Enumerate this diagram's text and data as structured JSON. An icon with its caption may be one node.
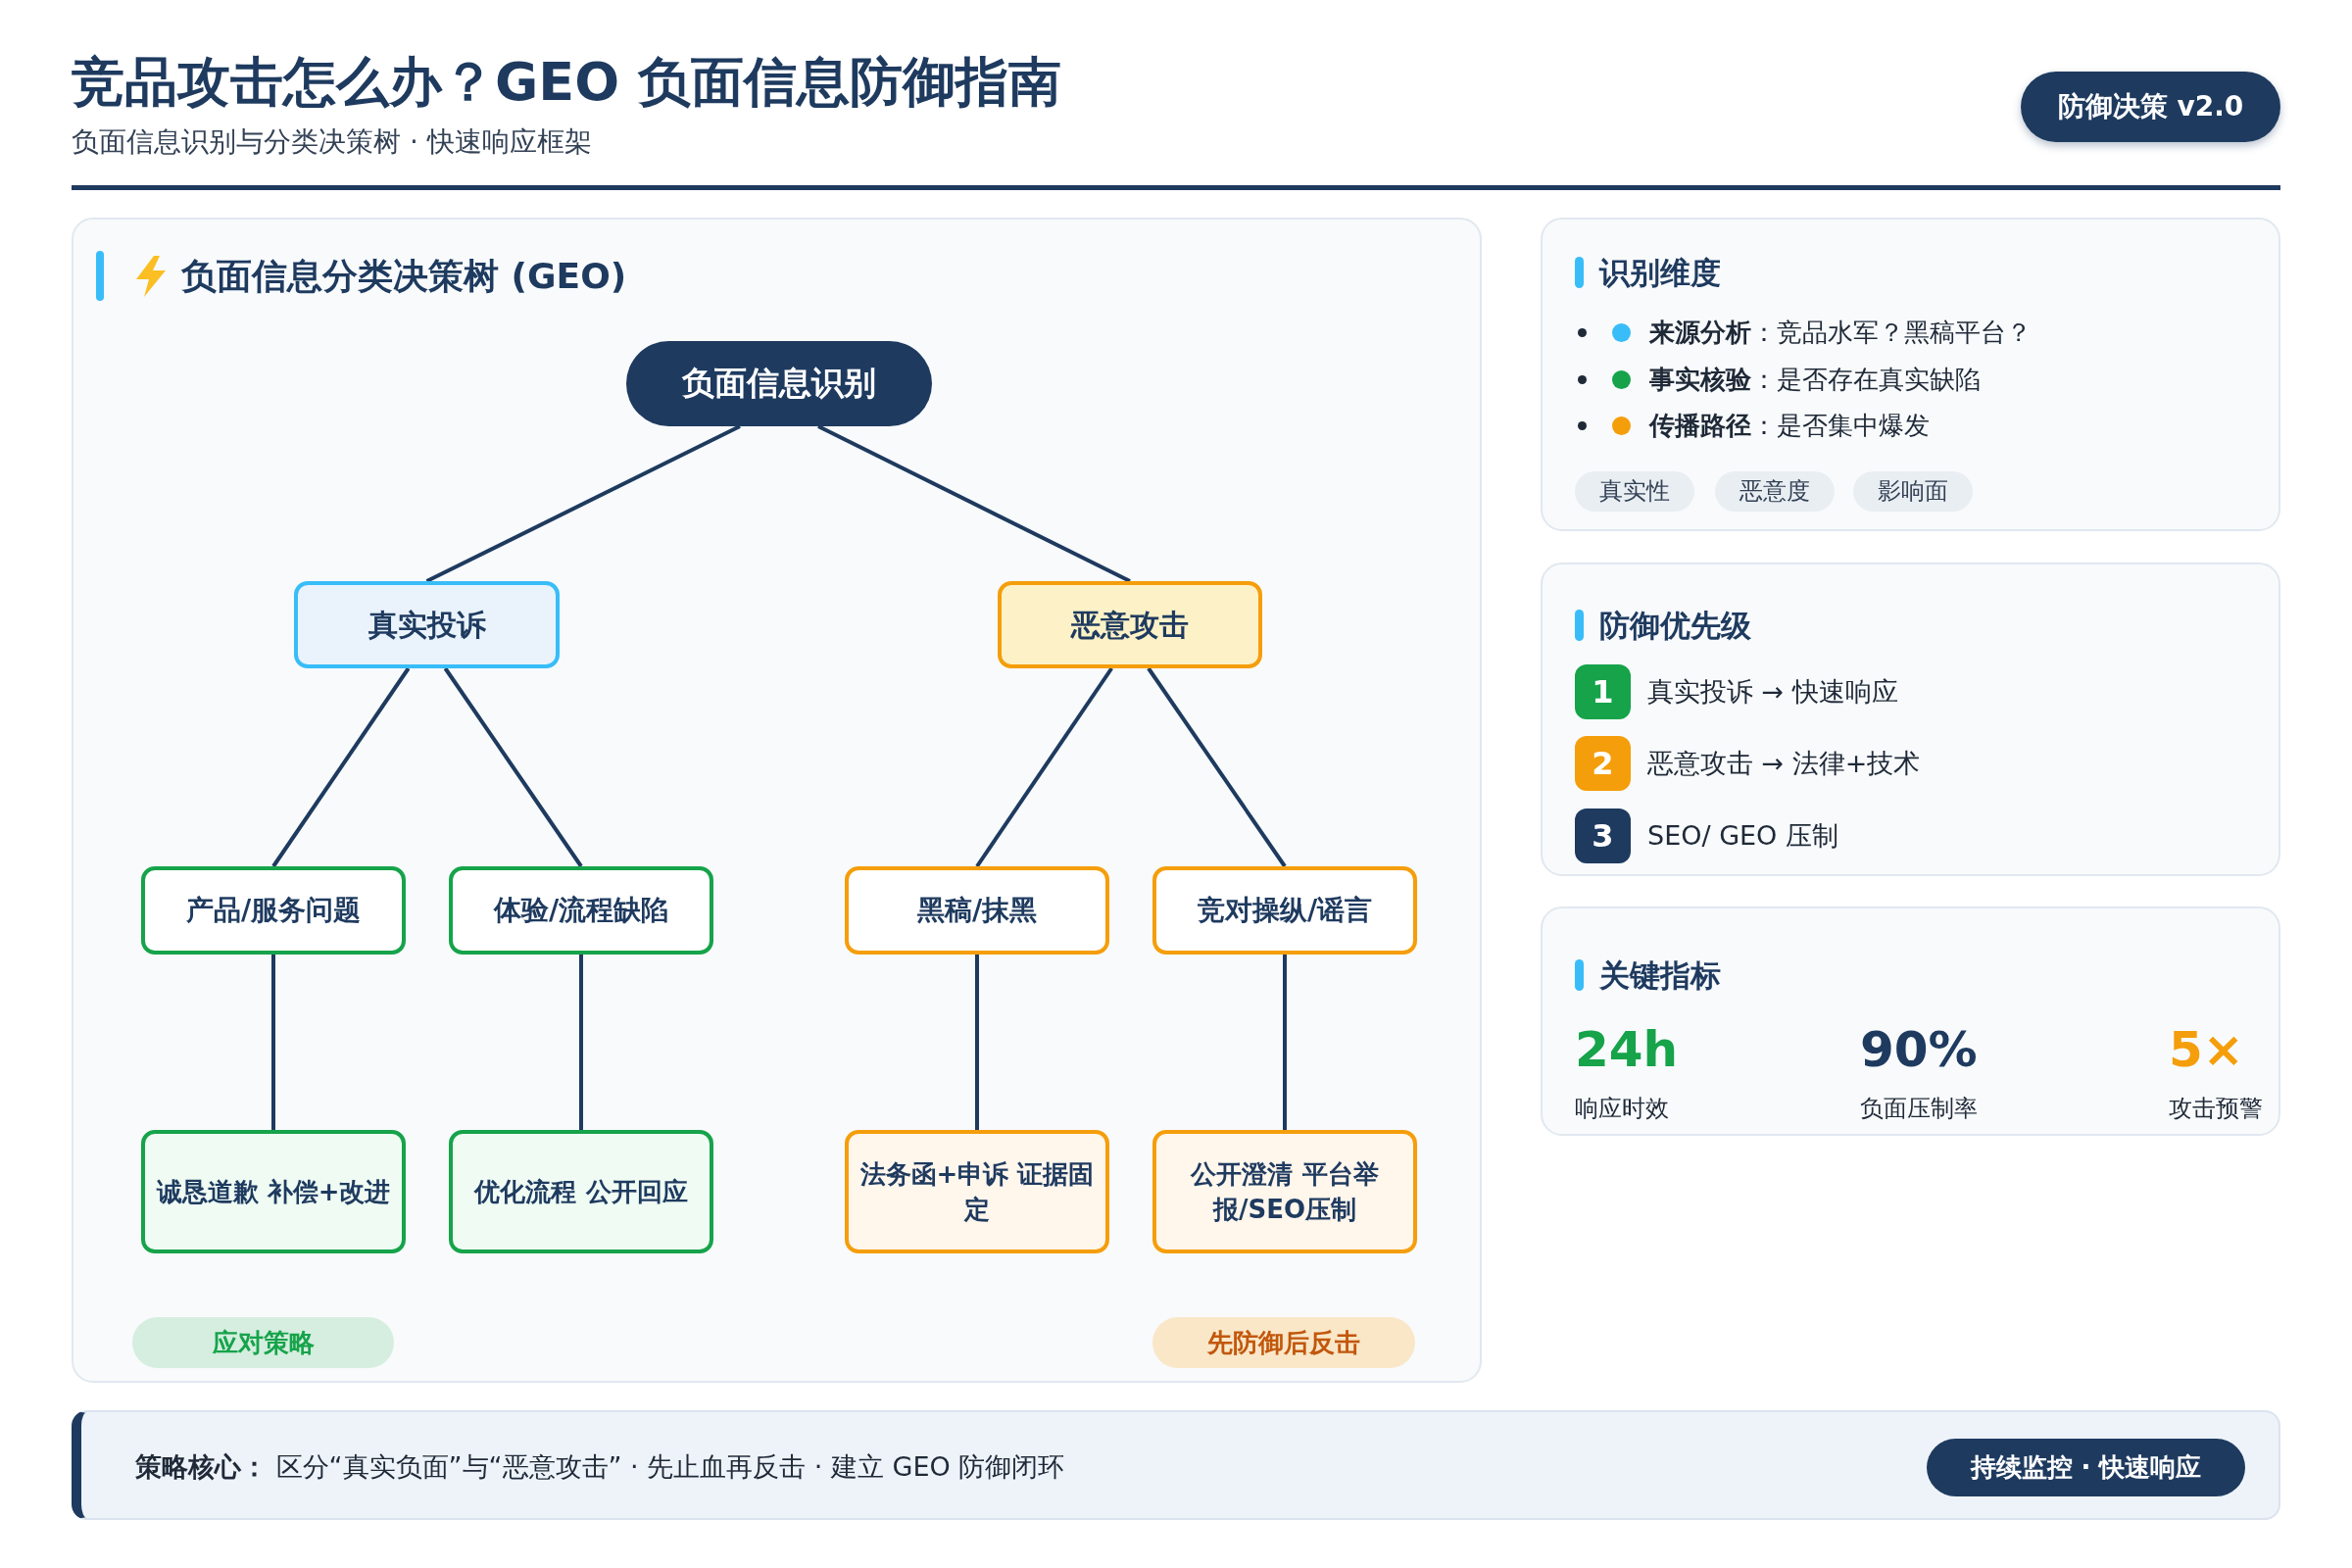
{
  "diagram": {
    "title": "竞品攻击怎么办？GEO 负面信息防御指南",
    "nodes": [
      {
        "text": [
          "负面信息分类决策树 (GEO)"
        ]
      },
      {
        "text": [
          "负面信息识别"
        ],
        "in": 0
      },
      {
        "text": [
          "真实投诉"
        ],
        "in": 0
      },
      {
        "text": [
          "恶意攻击"
        ],
        "in": 0
      },
      {
        "text": [
          "产品/服务问题"
        ],
        "in": 0
      },
      {
        "text": [
          "体验/流程缺陷"
        ],
        "in": 0
      },
      {
        "text": [
          "黑稿/抹黑"
        ],
        "in": 0
      },
      {
        "text": [
          "竞对操纵/谣言"
        ],
        "in": 0
      },
      {
        "text": [
          "诚恳道歉 补偿+改进"
        ],
        "in": 0
      },
      {
        "text": [
          "优化流程 公开回应"
        ],
        "in": 0
      },
      {
        "text": [
          "法务函+申诉 证据固定"
        ],
        "in": 0
      },
      {
        "text": [
          "公开澄清 平台举报/SEO压制"
        ],
        "in": 0
      },
      {
        "text": [
          "应对策略"
        ],
        "in": 0
      },
      {
        "text": [
          "先防御后反击"
        ],
        "in": 0
      },
      {
        "text": [
          "识别维度",
          "**来源分析**：竞品水军？黑稿平台？",
          "**事实核验**：是否存在真实缺陷",
          "**传播路径**：是否集中爆发"
        ]
      },
      {
        "text": [
          "真实性"
        ],
        "in": 14
      },
      {
        "text": [
          "恶意度"
        ],
        "in": 14
      },
      {
        "text": [
          "影响面"
        ],
        "in": 14
      },
      {
        "text": [
          "防御优先级",
          "真实投诉 → 快速响应",
          "恶意攻击 → 法律+技术",
          "SEO/ GEO 压制"
        ]
      },
      {
        "text": [
          "1"
        ],
        "in": 18
      },
      {
        "text": [
          "2"
        ],
        "in": 18
      },
      {
        "text": [
          "3"
        ],
        "in": 18
      },
      {
        "text": [
          "关键指标",
          "24h",
          "响应时效",
          "90%",
          "负面压制率",
          "5×",
          "攻击预警"
        ]
      },
      {
        "text": [
          "**策略核心：** 区分“真实负面”与“恶意攻击” · 先止血再反击 · 建立 GEO 防御闭环"
        ]
      },
      {
        "text": [
          "持续监控 · 快速响应"
        ],
        "in": 23
      },
      {
        "text": [
          "防御决策 v2.0"
        ]
      }
    ],
    "edges": [
      {
        "from": 1,
        "to": 2,
        "arrow": "none"
      },
      {
        "from": 1,
        "to": 3,
        "arrow": "none"
      },
      {
        "from": 2,
        "to": 4,
        "arrow": "none"
      },
      {
        "from": 2,
        "to": 5,
        "arrow": "none"
      },
      {
        "from": 3,
        "to": 6,
        "arrow": "none"
      },
      {
        "from": 3,
        "to": 7,
        "arrow": "none"
      },
      {
        "from": 4,
        "to": 8,
        "arrow": "none"
      },
      {
        "from": 5,
        "to": 9,
        "arrow": "none"
      },
      {
        "from": 6,
        "to": 10,
        "arrow": "none"
      },
      {
        "from": 7,
        "to": 11,
        "arrow": "none"
      }
    ],
    "labels": [
      "负面信息识别与分类决策树 · 快速响应框架"
    ]
  }
}
